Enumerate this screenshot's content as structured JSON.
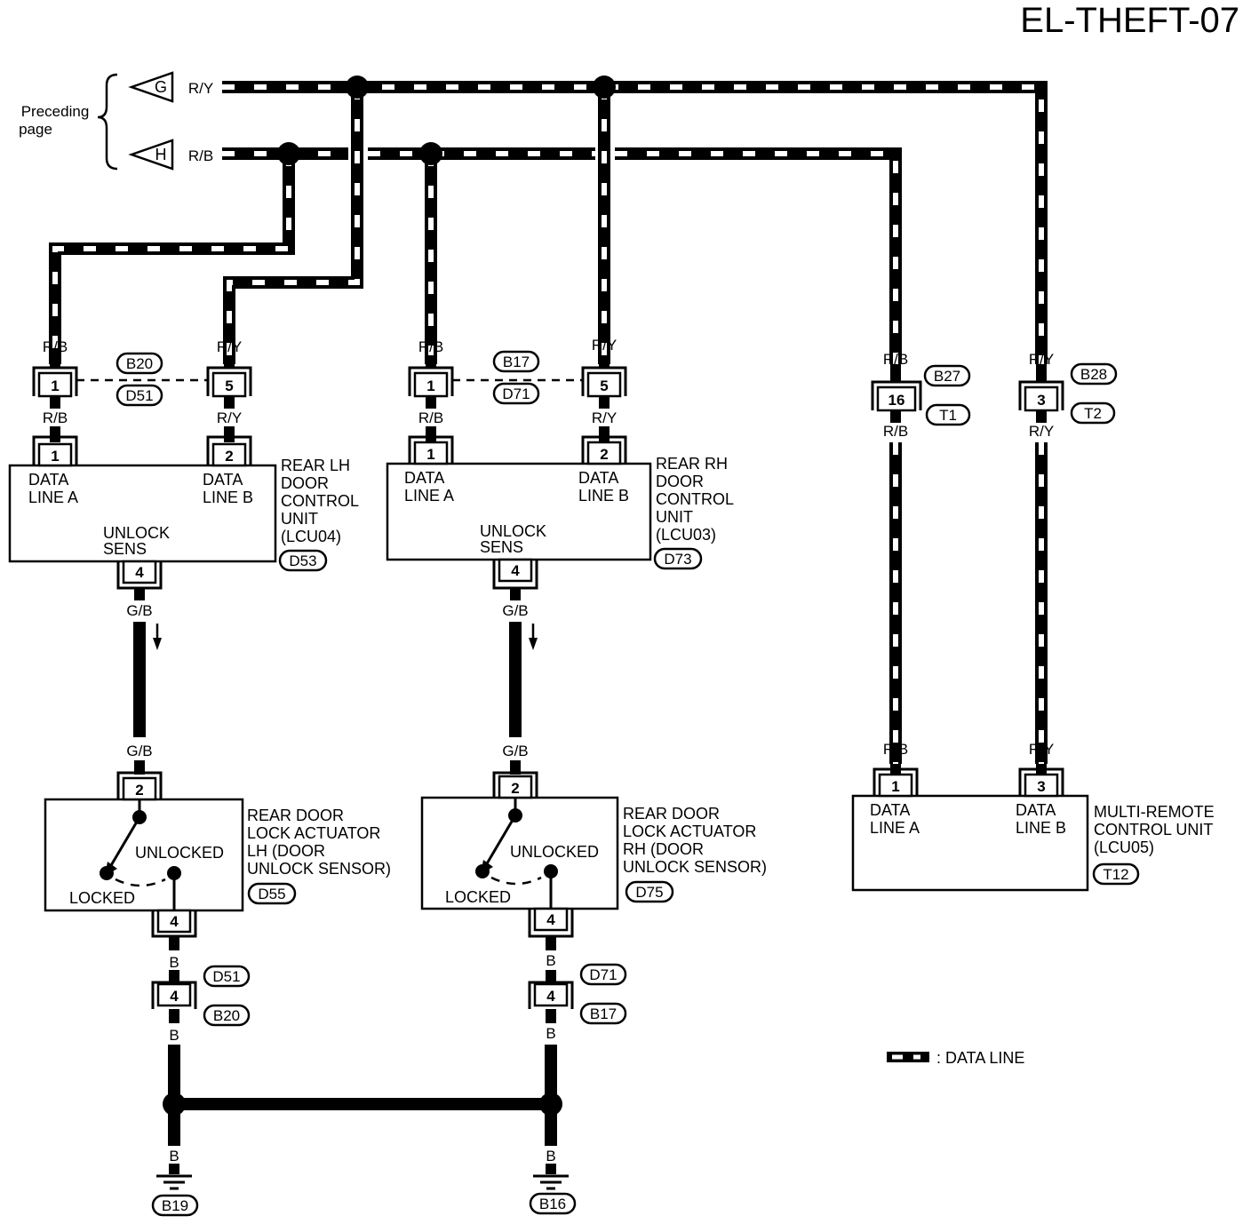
{
  "title": "EL-THEFT-07",
  "preceding_page": {
    "line1": "Preceding",
    "line2": "page"
  },
  "terminals": {
    "g": "G",
    "h": "H"
  },
  "wire_colors": {
    "ry": "R/Y",
    "rb": "R/B",
    "gb": "G/B",
    "b": "B"
  },
  "connectors": {
    "b20": "B20",
    "d51": "D51",
    "b17": "B17",
    "d71": "D71",
    "b27": "B27",
    "t1": "T1",
    "b28": "B28",
    "t2": "T2",
    "d53": "D53",
    "d73": "D73",
    "t12": "T12",
    "d55": "D55",
    "d75": "D75",
    "b19": "B19",
    "b16": "B16"
  },
  "pins": {
    "p1": "1",
    "p2": "2",
    "p3": "3",
    "p4": "4",
    "p5": "5",
    "p16": "16"
  },
  "lcu04": {
    "data_a_1": "DATA",
    "data_a_2": "LINE A",
    "data_b_1": "DATA",
    "data_b_2": "LINE B",
    "unlock_1": "UNLOCK",
    "unlock_2": "SENS",
    "name": [
      "REAR LH",
      "DOOR",
      "CONTROL",
      "UNIT",
      "(LCU04)"
    ]
  },
  "lcu03": {
    "data_a_1": "DATA",
    "data_a_2": "LINE A",
    "data_b_1": "DATA",
    "data_b_2": "LINE B",
    "unlock_1": "UNLOCK",
    "unlock_2": "SENS",
    "name": [
      "REAR RH",
      "DOOR",
      "CONTROL",
      "UNIT",
      "(LCU03)"
    ]
  },
  "lcu05": {
    "data_a_1": "DATA",
    "data_a_2": "LINE A",
    "data_b_1": "DATA",
    "data_b_2": "LINE B",
    "name": [
      "MULTI-REMOTE",
      "CONTROL UNIT",
      "(LCU05)"
    ]
  },
  "actuator_lh": {
    "unlocked": "UNLOCKED",
    "locked": "LOCKED",
    "name": [
      "REAR DOOR",
      "LOCK ACTUATOR",
      "LH (DOOR",
      "UNLOCK SENSOR)"
    ]
  },
  "actuator_rh": {
    "unlocked": "UNLOCKED",
    "locked": "LOCKED",
    "name": [
      "REAR DOOR",
      "LOCK ACTUATOR",
      "RH (DOOR",
      "UNLOCK SENSOR)"
    ]
  },
  "legend": {
    "data_line": ": DATA LINE"
  }
}
